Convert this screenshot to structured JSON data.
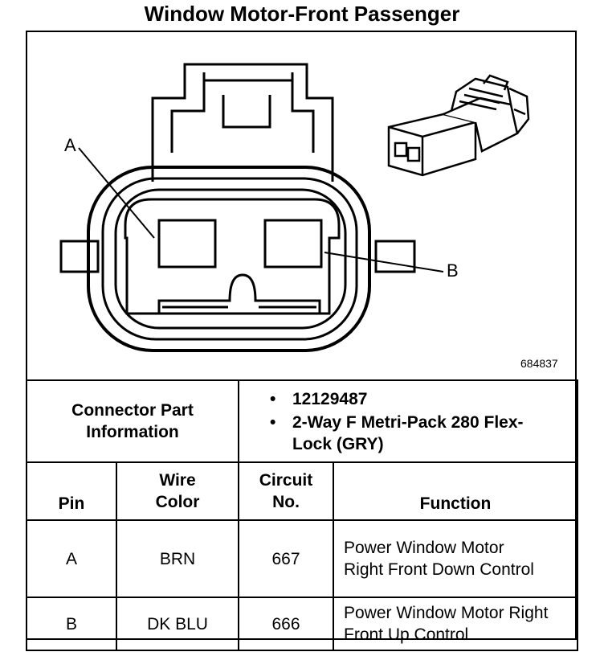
{
  "title": "Window Motor-Front Passenger",
  "figure": {
    "number": "684837",
    "callouts": {
      "a": "A",
      "b": "B"
    }
  },
  "connector_info": {
    "label": "Connector Part Information",
    "items": [
      "12129487",
      "2-Way F Metri-Pack 280 Flex-Lock (GRY)"
    ]
  },
  "table": {
    "headers": {
      "pin": "Pin",
      "wire_color": "Wire Color",
      "circuit": "Circuit No.",
      "function": "Function"
    },
    "rows": [
      {
        "pin": "A",
        "wire_color": "BRN",
        "circuit": "667",
        "function": "Power Window Motor Right Front Down Control"
      },
      {
        "pin": "B",
        "wire_color": "DK BLU",
        "circuit": "666",
        "function": "Power Window Motor Right Front Up Control"
      }
    ]
  }
}
